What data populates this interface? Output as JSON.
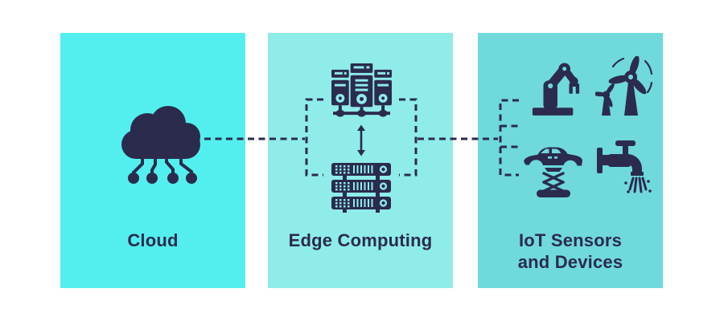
{
  "colors": {
    "background": "#ffffff",
    "ink": "#2b2b4e",
    "panel-cloud": "#53efee",
    "panel-edge": "#8fece9",
    "panel-iot": "#6fd9dc"
  },
  "panels": [
    {
      "id": "cloud",
      "label": "Cloud",
      "icons": [
        "cloud-network-icon"
      ]
    },
    {
      "id": "edge",
      "label": "Edge Computing",
      "icons": [
        "server-cluster-icon",
        "bidirectional-sync-arrow-icon",
        "server-rack-icon"
      ]
    },
    {
      "id": "iot",
      "label_lines": [
        "IoT Sensors",
        "and Devices"
      ],
      "icons": [
        "robot-arm-icon",
        "wind-turbine-icon",
        "car-lift-icon",
        "water-faucet-icon"
      ]
    }
  ],
  "connections": [
    {
      "from": "Cloud",
      "to": "Edge Computing",
      "style": "dashed"
    },
    {
      "from": "Edge Computing",
      "to": "IoT Sensors and Devices",
      "style": "dashed"
    }
  ]
}
